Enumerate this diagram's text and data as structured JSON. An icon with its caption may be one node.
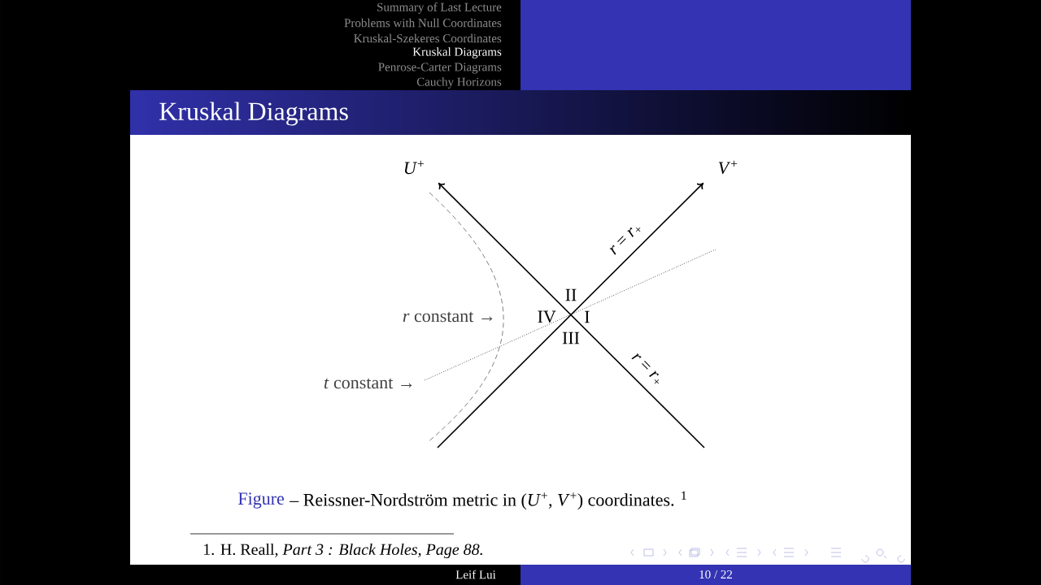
{
  "diagram": {
    "title": "Kruskal Diagrams",
    "caption": "– Reissner-Nordström metric in (*U*$^{+}$, *V*$^{+}$) coordinates. $^{1}$",
    "labels": [
      "Summary of Last Lecture",
      "Problems with Null Coordinates",
      "Kruskal-Szekeres Coordinates",
      "Kruskal Diagrams",
      "Penrose-Carter Diagrams",
      "Cauchy Horizons",
      "*U*$^{+}$",
      "*V*$^{+}$",
      "*r* = *r*$_{+}$",
      "II",
      "IV",
      "I",
      "III",
      "*r* constant →",
      "*r* = *r*$_{+}$",
      "*t* constant →",
      "Figure",
      "1. H. Reall, *Part 3 : Black Holes, Page 88.*",
      "Leif Lui",
      "10 / 22"
    ]
  }
}
